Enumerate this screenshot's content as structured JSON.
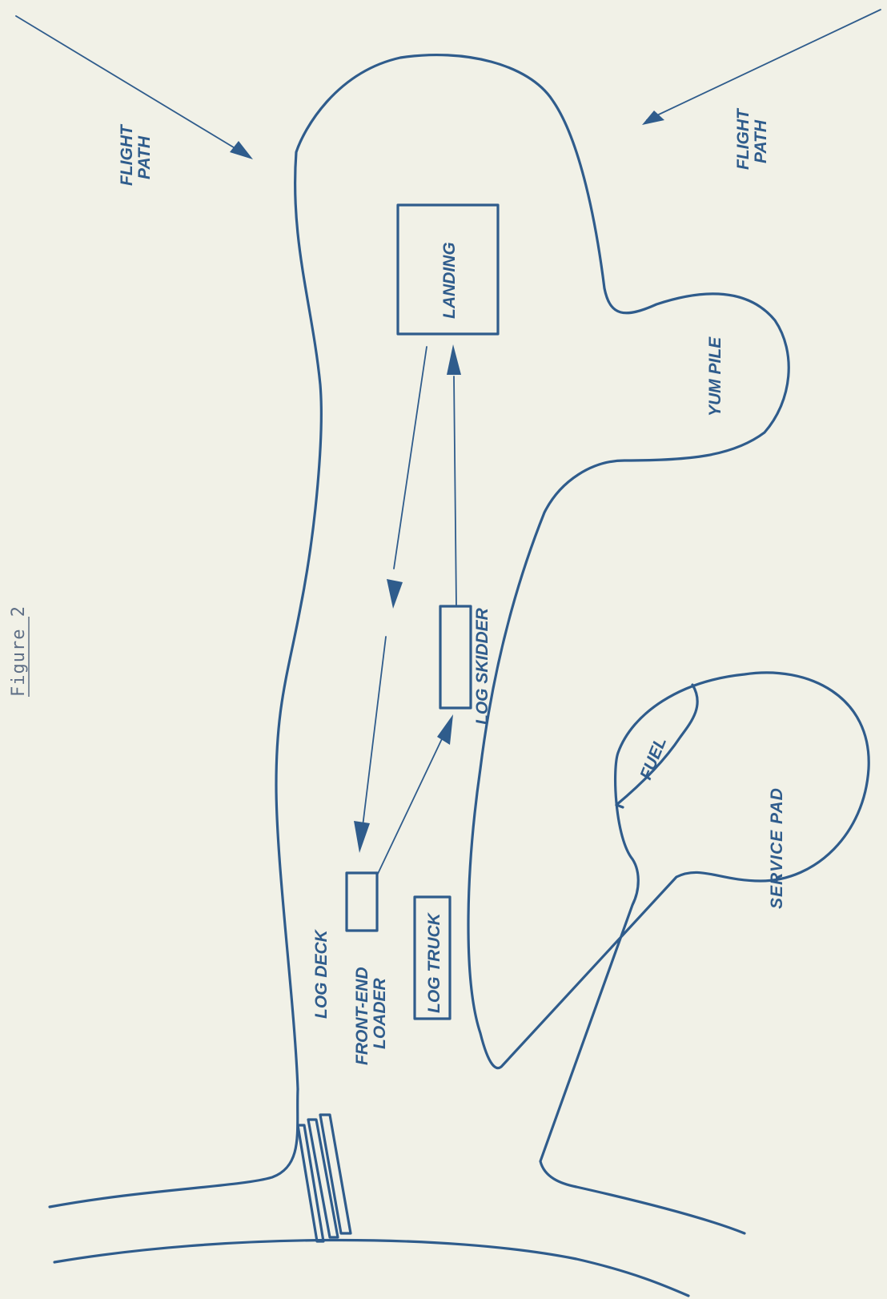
{
  "figure": {
    "caption": "Figure 2"
  },
  "labels": {
    "flight_path_left_1": "FLIGHT",
    "flight_path_left_2": "PATH",
    "flight_path_right_1": "FLIGHT",
    "flight_path_right_2": "PATH",
    "landing": "LANDING",
    "yum_pile": "YUM PILE",
    "log_skidder": "LOG SKIDDER",
    "fuel": "FUEL",
    "service_pad": "SERVICE PAD",
    "log_deck": "LOG DECK",
    "front_end_loader_1": "FRONT-END",
    "front_end_loader_2": "LOADER",
    "log_truck": "LOG TRUCK"
  },
  "colors": {
    "line": "#2f5c8c",
    "background": "#f1f1e7"
  }
}
